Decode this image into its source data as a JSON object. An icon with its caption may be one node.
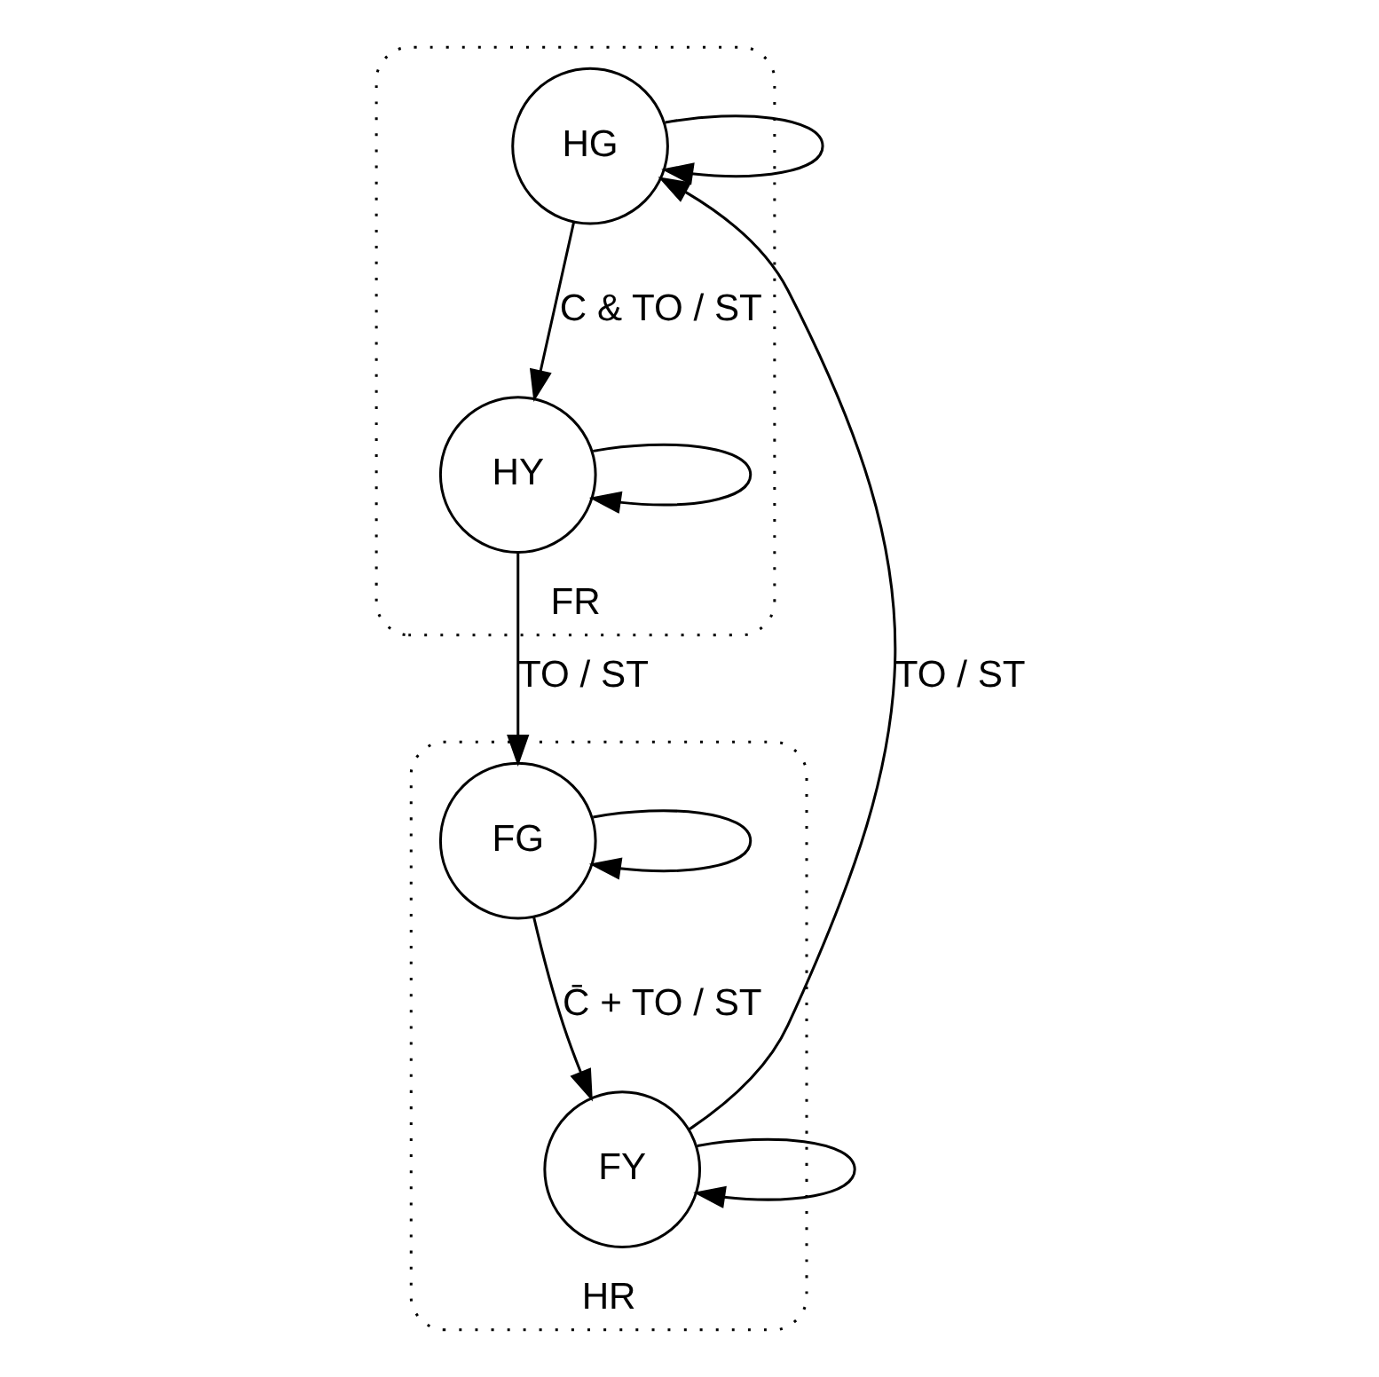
{
  "diagram": {
    "nodes": [
      {
        "text": [
          "FR"
        ]
      },
      {
        "text": [
          "HG"
        ],
        "in": 0
      },
      {
        "text": [
          "HY"
        ],
        "in": 0
      },
      {
        "text": [
          "HR"
        ]
      },
      {
        "text": [
          "FY"
        ],
        "in": 3
      },
      {
        "text": [
          "FG"
        ],
        "in": 3
      }
    ],
    "edges": [
      {
        "from": 1,
        "to": 1,
        "arrow": "to"
      },
      {
        "from": 1,
        "to": 2,
        "arrow": "to",
        "label": "C & TO / ST"
      },
      {
        "from": 4,
        "to": 4,
        "arrow": "to"
      },
      {
        "from": 4,
        "to": 1,
        "arrow": "to",
        "label": "TO / ST"
      },
      {
        "from": 2,
        "to": 2,
        "arrow": "to"
      },
      {
        "from": 2,
        "to": 5,
        "arrow": "to",
        "label": "TO / ST"
      },
      {
        "from": 5,
        "to": 4,
        "arrow": "to",
        "label": "C̄ + TO / ST"
      },
      {
        "from": 5,
        "to": 5,
        "arrow": "to"
      }
    ]
  }
}
